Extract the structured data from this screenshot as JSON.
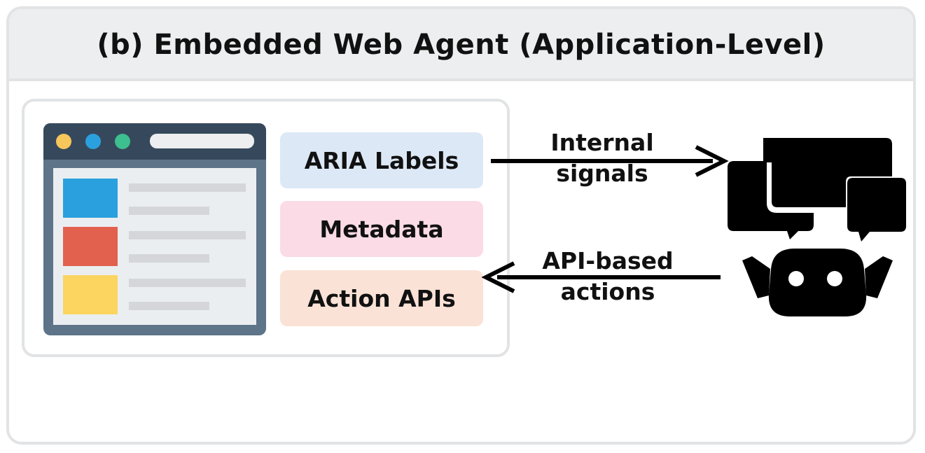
{
  "panel": {
    "title": "(b) Embedded Web Agent (Application-Level)"
  },
  "browser": {
    "icon": "browser-window-icon",
    "traffic_light_colors": [
      "#f6c75a",
      "#2ba0de",
      "#3dbf8f"
    ],
    "block_colors": [
      "#2ba0de",
      "#e2614e",
      "#fbd560"
    ]
  },
  "interfaces": [
    {
      "label": "ARIA Labels",
      "color": "#dce8f5"
    },
    {
      "label": "Metadata",
      "color": "#fbdbe5"
    },
    {
      "label": "Action APIs",
      "color": "#fae2d6"
    }
  ],
  "connections": {
    "to_agent": {
      "line1": "Internal",
      "line2": "signals"
    },
    "to_app": {
      "line1": "API-based",
      "line2": "actions"
    }
  },
  "agent": {
    "icon": "robot-chat-agent-icon"
  }
}
